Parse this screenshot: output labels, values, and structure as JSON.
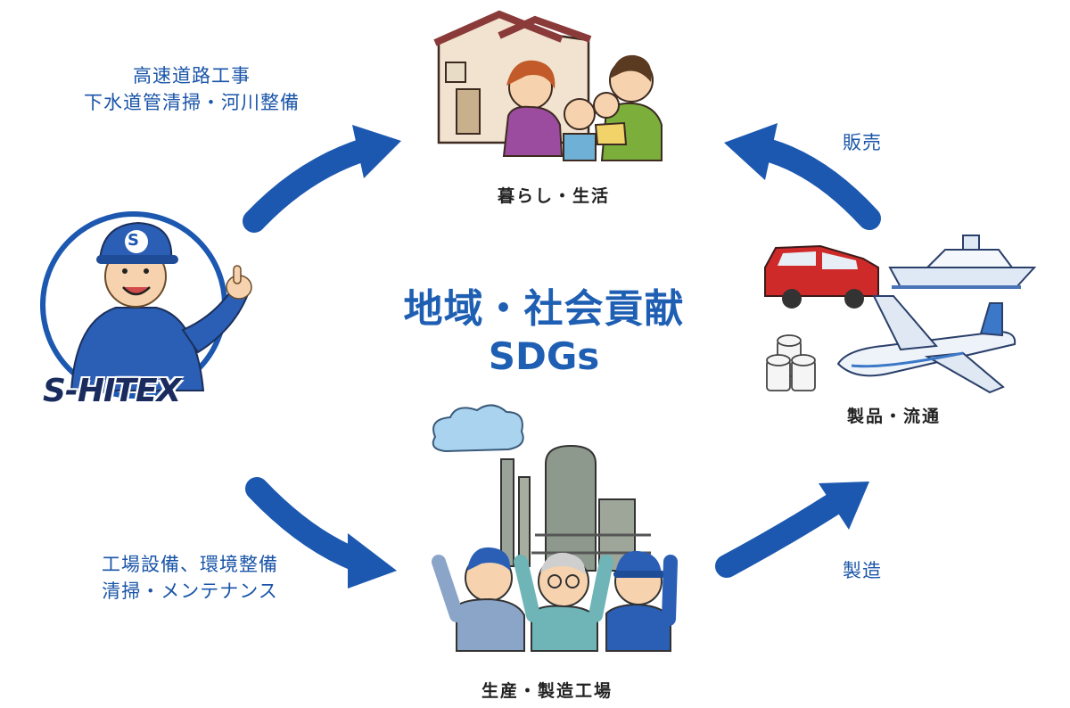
{
  "center": {
    "title_line1": "地域・社会貢献",
    "title_line2": "SDGs"
  },
  "logo": {
    "text": "S-HITEX",
    "cap_letter": "S"
  },
  "nodes": {
    "living": "暮らし・生活",
    "products": "製品・流通",
    "factory": "生産・製造工場"
  },
  "edges": {
    "top_left_line1": "高速道路工事",
    "top_left_line2": "下水道管清掃・河川整備",
    "bottom_left_line1": "工場設備、環境整備",
    "bottom_left_line2": "清掃・メンテナンス",
    "top_right": "販売",
    "bottom_right": "製造"
  },
  "colors": {
    "arrow": "#1c58b0",
    "label": "#1a55a8",
    "title": "#1f5fb3"
  },
  "icons": [
    "mascot-worker-icon",
    "house-family-icon",
    "vehicles-products-icon",
    "factory-workers-icon"
  ]
}
